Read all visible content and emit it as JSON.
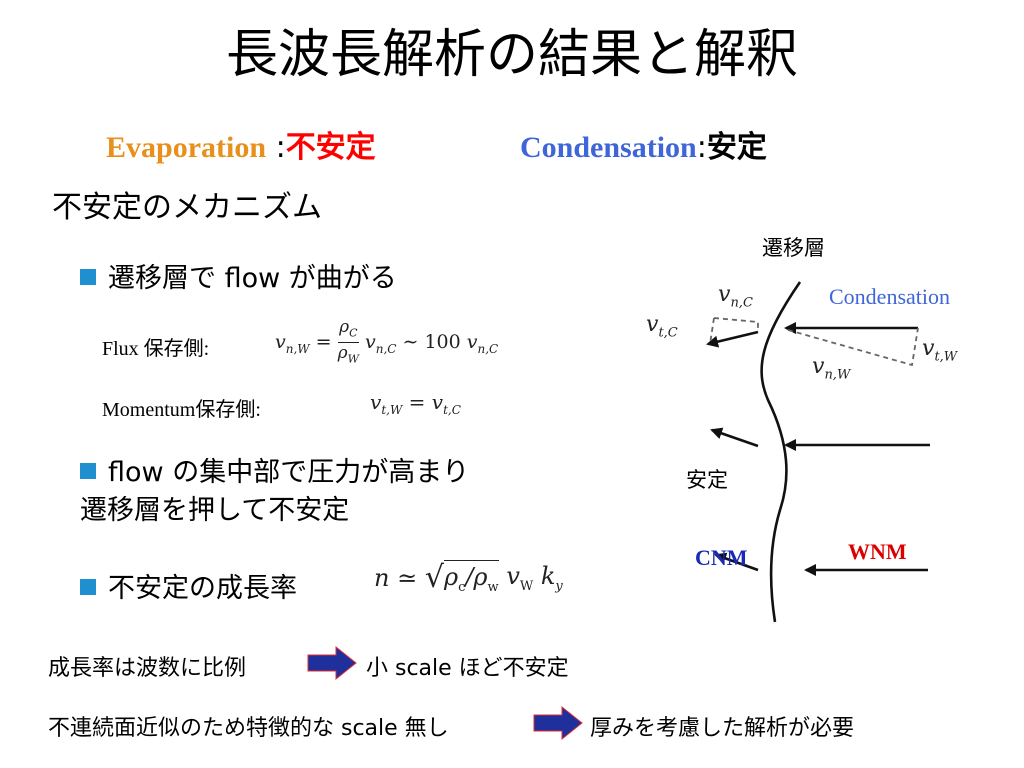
{
  "title": "長波長解析の結果と解釈",
  "summary": {
    "evaporation_label": "Evaporation",
    "evaporation_colon": " :",
    "evaporation_value": "不安定",
    "condensation_label": "Condensation",
    "condensation_colon": ":",
    "condensation_value": "安定"
  },
  "mechanism_heading": "不安定のメカニズム",
  "bullets": {
    "b1": "遷移層で flow が曲がる",
    "flux_label": "Flux 保存側:",
    "flux_eq": "v_{n,W} = (ρ_C/ρ_W) v_{n,C} ~ 100 v_{n,C}",
    "momentum_label": "Momentum保存側:",
    "momentum_eq": "v_{t,W} = v_{t,C}",
    "b2_line1": "flow の集中部で圧力が高まり",
    "b2_line2": "遷移層を押して不安定",
    "b3": "不安定の成長率",
    "growth_eq": "n ≃ √(ρ_c/ρ_w) v_W k_y"
  },
  "conclusions": {
    "c1_left": "成長率は波数に比例",
    "c1_right": "小 scale ほど不安定",
    "c2_left": "不連続面近似のため特徴的な scale 無し",
    "c2_right": "厚みを考慮した解析が必要"
  },
  "diagram": {
    "transition_layer": "遷移層",
    "condensation": "Condensation",
    "v_nC": "v_{n,C}",
    "v_tC": "v_{t,C}",
    "v_tW": "v_{t,W}",
    "v_nW": "v_{n,W}",
    "stable": "安定",
    "cnm": "CNM",
    "wnm": "WNM"
  },
  "colors": {
    "evaporation": "#e8901c",
    "unstable": "#ff0000",
    "condensation": "#3f66d8",
    "bullet": "#1f8fd0",
    "cnm": "#1a2ab8",
    "wnm": "#dd0000",
    "arrow_fill": "#1f2f9c"
  }
}
